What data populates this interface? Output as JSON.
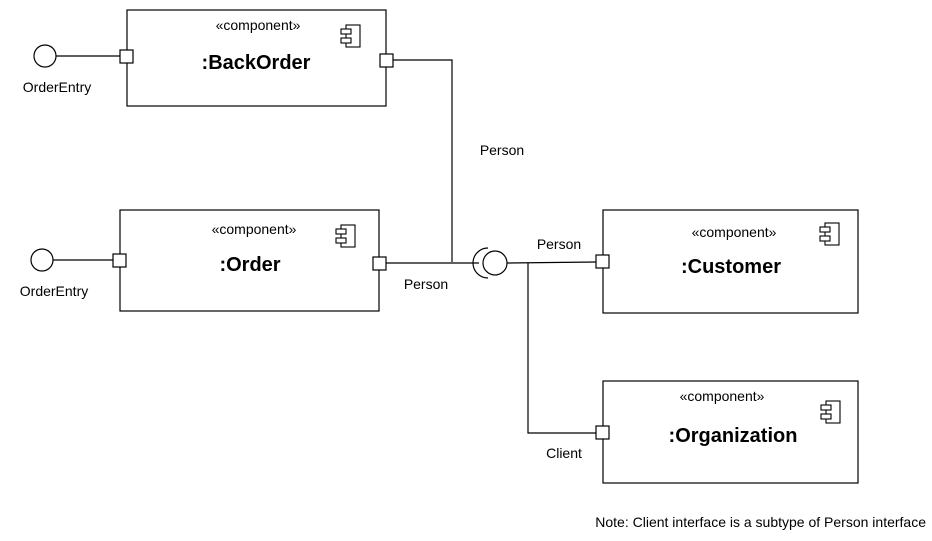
{
  "components": {
    "backorder": {
      "stereotype": "«component»",
      "name": ":BackOrder"
    },
    "order": {
      "stereotype": "«component»",
      "name": ":Order"
    },
    "customer": {
      "stereotype": "«component»",
      "name": ":Customer"
    },
    "organization": {
      "stereotype": "«component»",
      "name": ":Organization"
    }
  },
  "interfaces": {
    "backorder_provided": "OrderEntry",
    "order_provided": "OrderEntry",
    "backorder_required": "Person",
    "order_required": "Person",
    "customer_provided": "Person",
    "organization_provided": "Client"
  },
  "note": "Note: Client interface is a subtype of Person interface"
}
